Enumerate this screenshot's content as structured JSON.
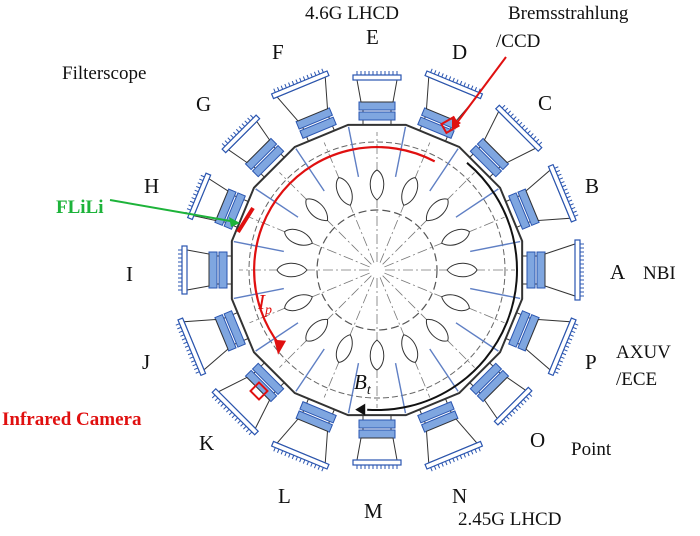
{
  "ports": {
    "A": "A",
    "B": "B",
    "C": "C",
    "D": "D",
    "E": "E",
    "F": "F",
    "G": "G",
    "H": "H",
    "I": "I",
    "J": "J",
    "K": "K",
    "L": "L",
    "M": "M",
    "N": "N",
    "O": "O",
    "P": "P"
  },
  "diagnostics": {
    "lhcd_46": "4.6G LHCD",
    "bremsstrahlung": "Bremsstrahlung",
    "ccd": "/CCD",
    "filterscope": "Filterscope",
    "flili": "FLiLi",
    "nbi": "NBI",
    "axuv": "AXUV",
    "ece": "/ECE",
    "infrared_camera": "Infrared Camera",
    "point": "Point",
    "lhcd_245": "2.45G LHCD"
  },
  "fields": {
    "ip_symbol": "I",
    "ip_subscript": "p",
    "bt_symbol": "B",
    "bt_subscript": "t"
  },
  "colors": {
    "vessel_line": "#555555",
    "port_blue": "#2a55b0",
    "plasma_current": "#e01010",
    "toroidal_field": "#111111",
    "flili_label": "#1db33a",
    "infrared_label": "#e01010"
  }
}
